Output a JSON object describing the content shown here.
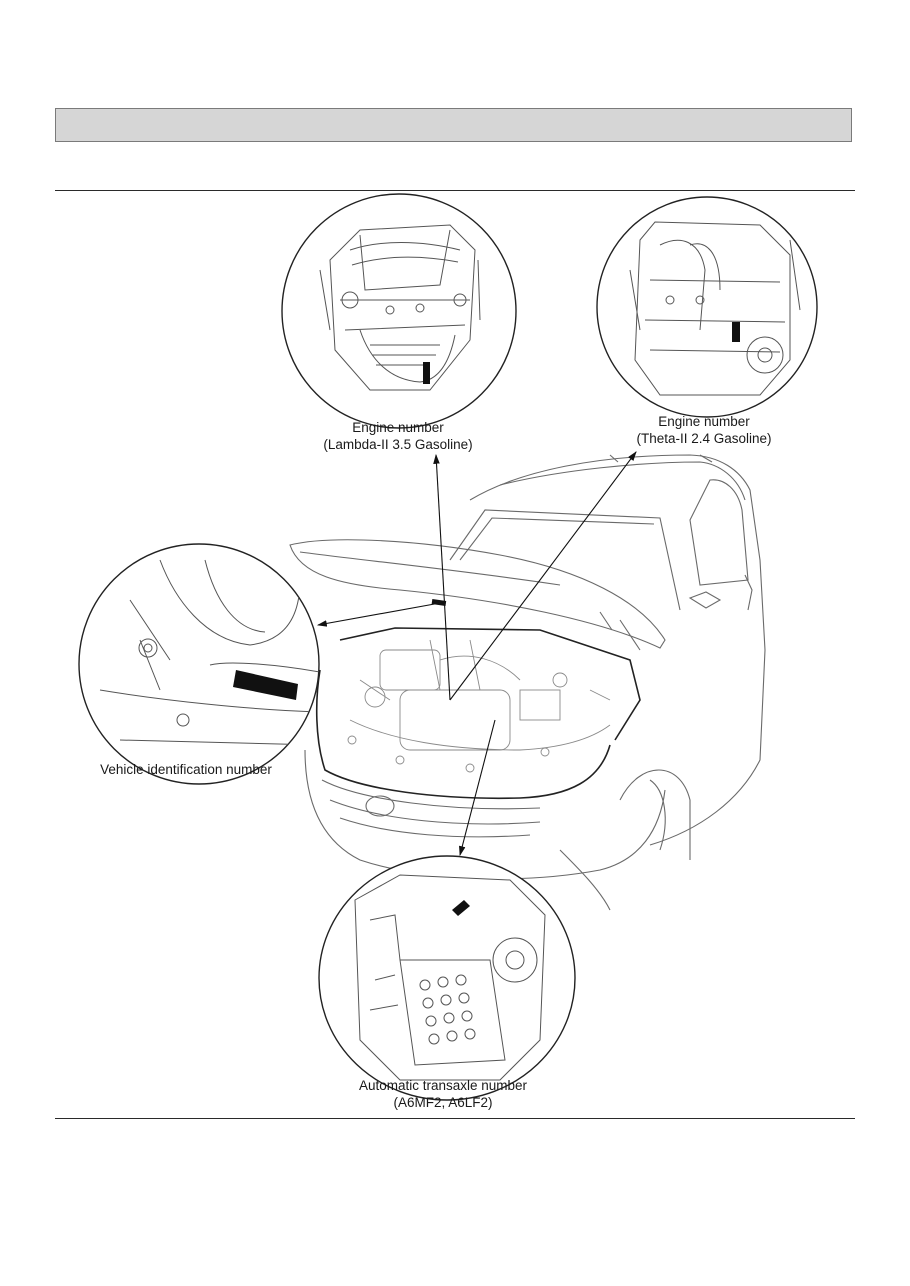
{
  "header": {
    "title": ""
  },
  "figure": {
    "labels": {
      "engine_lambda_line1": "Engine number",
      "engine_lambda_line2": "(Lambda-II 3.5 Gasoline)",
      "engine_theta_line1": "Engine number",
      "engine_theta_line2": "(Theta-II 2.4 Gasoline)",
      "vin": "Vehicle identification number",
      "transaxle_line1": "Automatic transaxle number",
      "transaxle_line2": "(A6MF2, A6LF2)"
    }
  }
}
